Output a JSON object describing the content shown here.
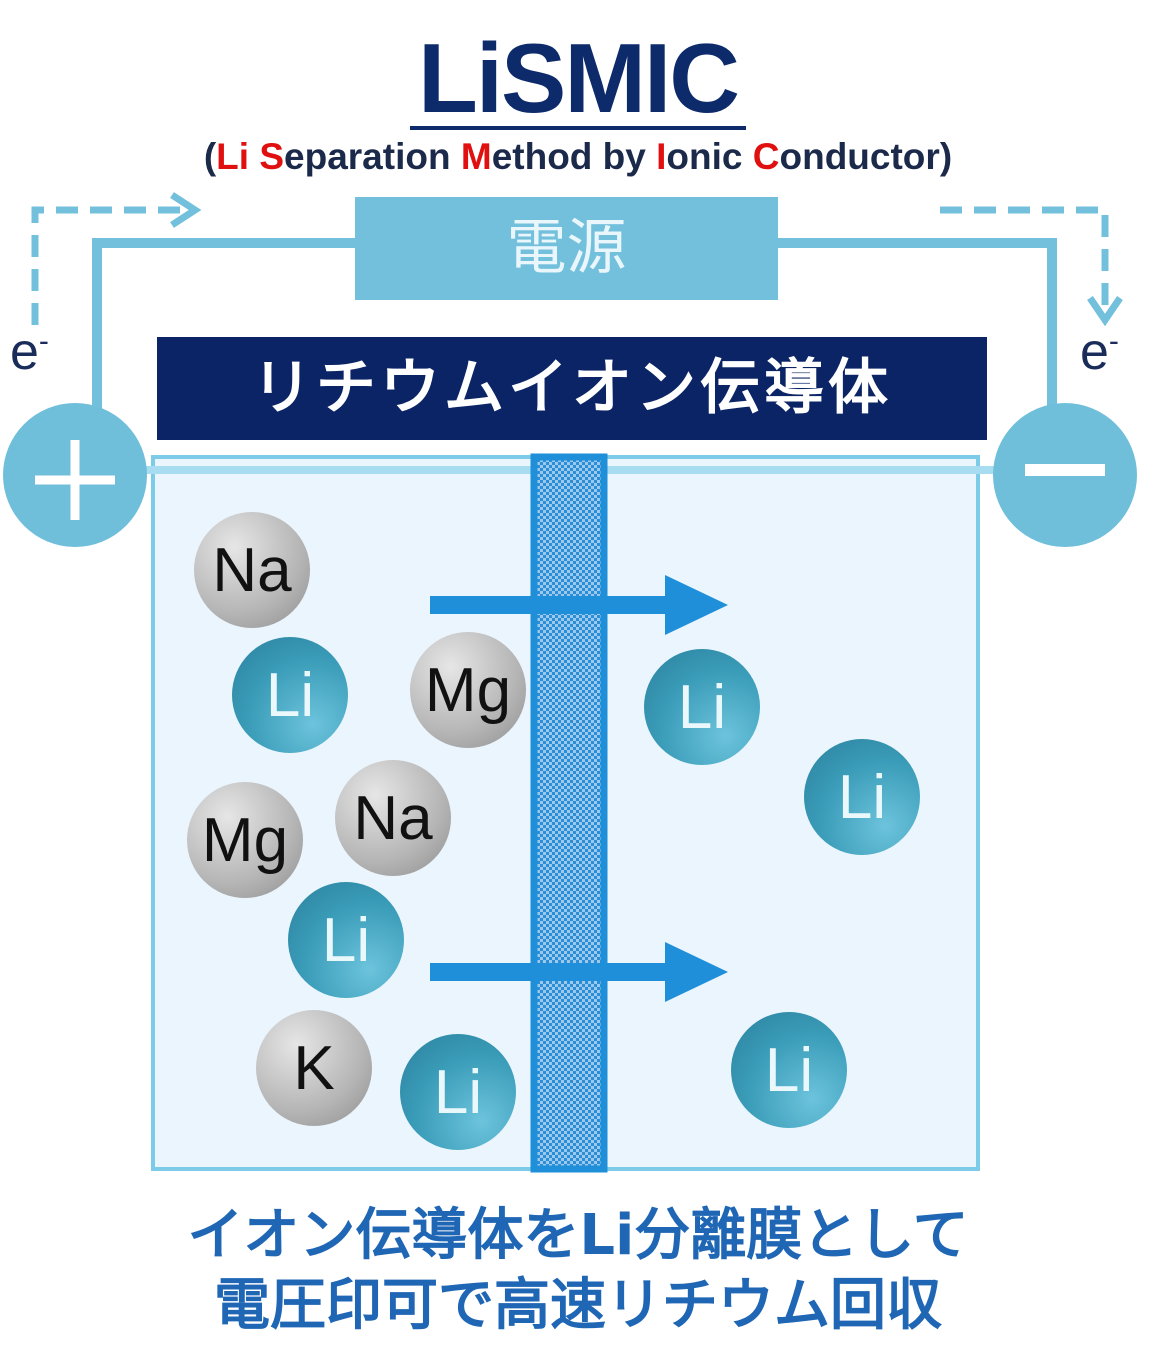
{
  "title": "LiSMIC",
  "subtitle": {
    "open": "(",
    "parts": [
      {
        "hl": "Li",
        "rest": " "
      },
      {
        "hl": "S",
        "rest": "eparation "
      },
      {
        "hl": "M",
        "rest": "ethod by "
      },
      {
        "hl": "I",
        "rest": "onic "
      },
      {
        "hl": "C",
        "rest": "onductor"
      }
    ],
    "close": ")"
  },
  "power_source": "電源",
  "conductor_label": "リチウムイオン伝導体",
  "electron_left": "e",
  "electron_right": "e",
  "electron_sup": "-",
  "anode_symbol": "+",
  "cathode_symbol": "−",
  "ions": [
    {
      "label": "Na",
      "type": "gr"
    },
    {
      "label": "Li",
      "type": "li"
    },
    {
      "label": "Mg",
      "type": "gr"
    },
    {
      "label": "Na",
      "type": "gr"
    },
    {
      "label": "Mg",
      "type": "gr"
    },
    {
      "label": "Li",
      "type": "li"
    },
    {
      "label": "K",
      "type": "gr"
    },
    {
      "label": "Li",
      "type": "li"
    },
    {
      "label": "Li",
      "type": "li"
    },
    {
      "label": "Li",
      "type": "li"
    },
    {
      "label": "Li",
      "type": "li"
    }
  ],
  "caption_line1": "イオン伝導体をLi分離膜として",
  "caption_line2": "電圧印可で高速リチウム回収",
  "colors": {
    "navy": "#0b2466",
    "light_blue": "#72c0dc",
    "membrane": "#1e8fd8",
    "accent_red": "#e01010",
    "caption": "#1f66b5"
  }
}
